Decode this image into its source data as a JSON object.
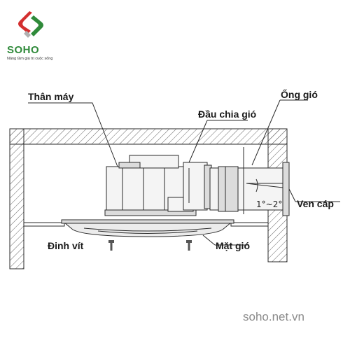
{
  "logo": {
    "brand": "SOHO",
    "tagline": "Nâng tầm giá trị cuộc sống",
    "colors": {
      "red": "#d32f2f",
      "green": "#2f8a3a",
      "gray": "#b0b0b0"
    }
  },
  "labels": {
    "than_may": "Thân máy",
    "ong_gio": "Ống gió",
    "dau_chia_gio": "Đầu chia gió",
    "ven_cap": "Ven cáp",
    "dinh_vit": "Đinh vít",
    "mat_gio": "Mặt gió",
    "angle": "1°~2°"
  },
  "watermark": "soho.net.vn"
}
